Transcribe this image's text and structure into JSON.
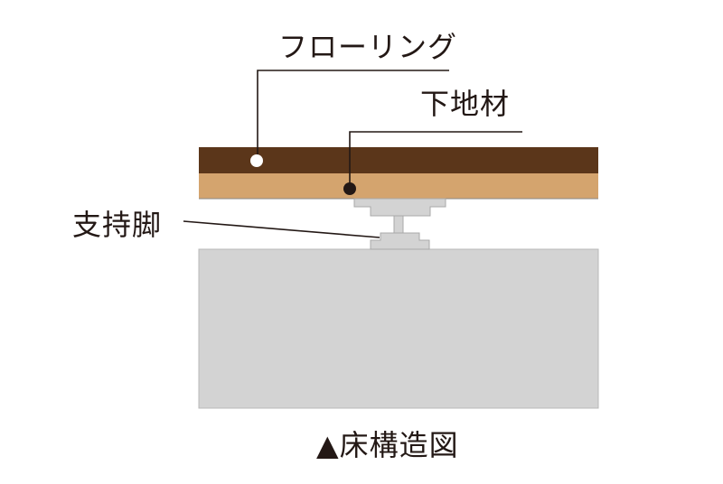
{
  "labels": {
    "flooring": "フローリング",
    "subfloor": "下地材",
    "support_leg": "支持脚"
  },
  "caption": "▲床構造図",
  "colors": {
    "flooring": "#5b361a",
    "subfloor": "#d4a46e",
    "concrete": "#d3d3d3",
    "support": "#d3d3d3",
    "line": "#231815"
  }
}
